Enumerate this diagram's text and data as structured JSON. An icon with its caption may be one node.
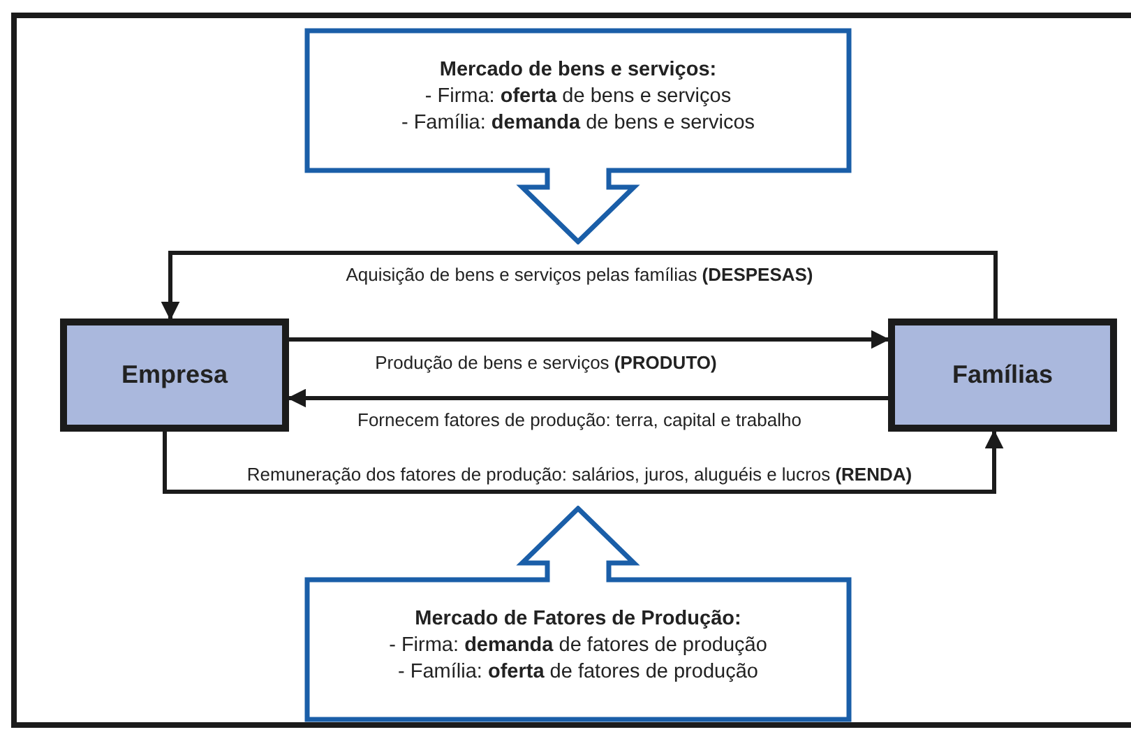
{
  "diagram": {
    "nodes": [
      {
        "text": [
          "Mercado de bens e serviços:",
          "- Firma: **oferta** de bens e serviços",
          "- Família: **demanda** de bens e servicos"
        ]
      },
      {
        "text": [
          "Empresa"
        ]
      },
      {
        "text": [
          "Famílias"
        ]
      },
      {
        "text": [
          "Mercado de Fatores de Produção:",
          "- Firma: **demanda** de fatores de produção",
          "- Família: **oferta** de fatores de produção"
        ]
      }
    ],
    "edges": [
      {
        "from": 2,
        "to": 1,
        "arrow": "to",
        "label": "Aquisição de bens e serviços pelas famílias **(DESPESAS)**"
      },
      {
        "from": 1,
        "to": 2,
        "arrow": "to",
        "label": "Produção de bens e serviços **(PRODUTO)**"
      },
      {
        "from": 2,
        "to": 1,
        "arrow": "to",
        "label": "Fornecem fatores de produção: terra, capital e trabalho"
      },
      {
        "from": 1,
        "to": 2,
        "arrow": "to",
        "label": "Remuneração dos fatores de produção: salários, juros, aluguéis e lucros **(RENDA)**"
      }
    ]
  }
}
